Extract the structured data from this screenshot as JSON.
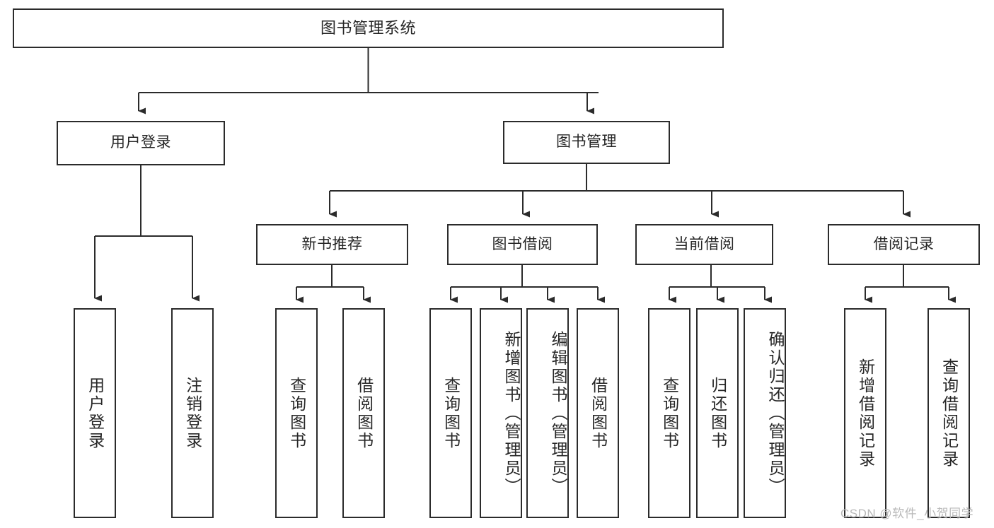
{
  "diagram": {
    "title": "图书管理系统",
    "type": "tree-hierarchy",
    "watermark": "CSDN @软件_小贺同学",
    "colors": {
      "background": "#ffffff",
      "box_border": "#2b2b2b",
      "box_fill": "#ffffff",
      "connector": "#2b2b2b",
      "text": "#262626",
      "watermark": "#b9b9b9"
    },
    "root": {
      "label": "图书管理系统"
    },
    "level2": [
      {
        "label": "用户登录"
      },
      {
        "label": "图书管理"
      }
    ],
    "level3": [
      {
        "label": "新书推荐"
      },
      {
        "label": "图书借阅"
      },
      {
        "label": "当前借阅"
      },
      {
        "label": "借阅记录"
      }
    ],
    "leaves": {
      "user_login": [
        {
          "label": "用户登录"
        },
        {
          "label": "注销登录"
        }
      ],
      "new_book_recommend": [
        {
          "label": "查询图书"
        },
        {
          "label": "借阅图书"
        }
      ],
      "book_borrow": [
        {
          "label": "查询图书"
        },
        {
          "label": "新增图书（管理员）"
        },
        {
          "label": "编辑图书（管理员）"
        },
        {
          "label": "借阅图书"
        }
      ],
      "current_borrow": [
        {
          "label": "查询图书"
        },
        {
          "label": "归还图书"
        },
        {
          "label": "确认归还（管理员）"
        }
      ],
      "borrow_record": [
        {
          "label": "新增借阅记录"
        },
        {
          "label": "查询借阅记录"
        }
      ]
    }
  }
}
